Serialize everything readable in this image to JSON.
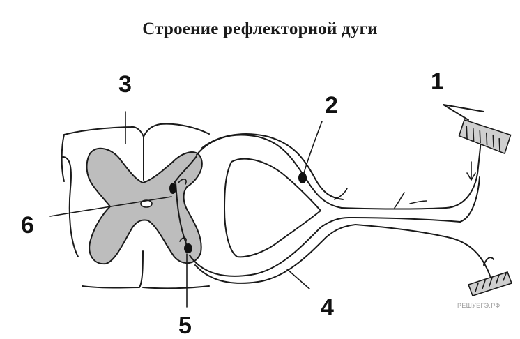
{
  "title": "Строение рефлекторной дуги",
  "labels": {
    "l1": "1",
    "l2": "2",
    "l3": "3",
    "l4": "4",
    "l5": "5",
    "l6": "6"
  },
  "watermark": "РЕШУЕГЭ.РФ",
  "colors": {
    "grey_matter": "#bdbdbd",
    "line": "#1a1a1a"
  }
}
